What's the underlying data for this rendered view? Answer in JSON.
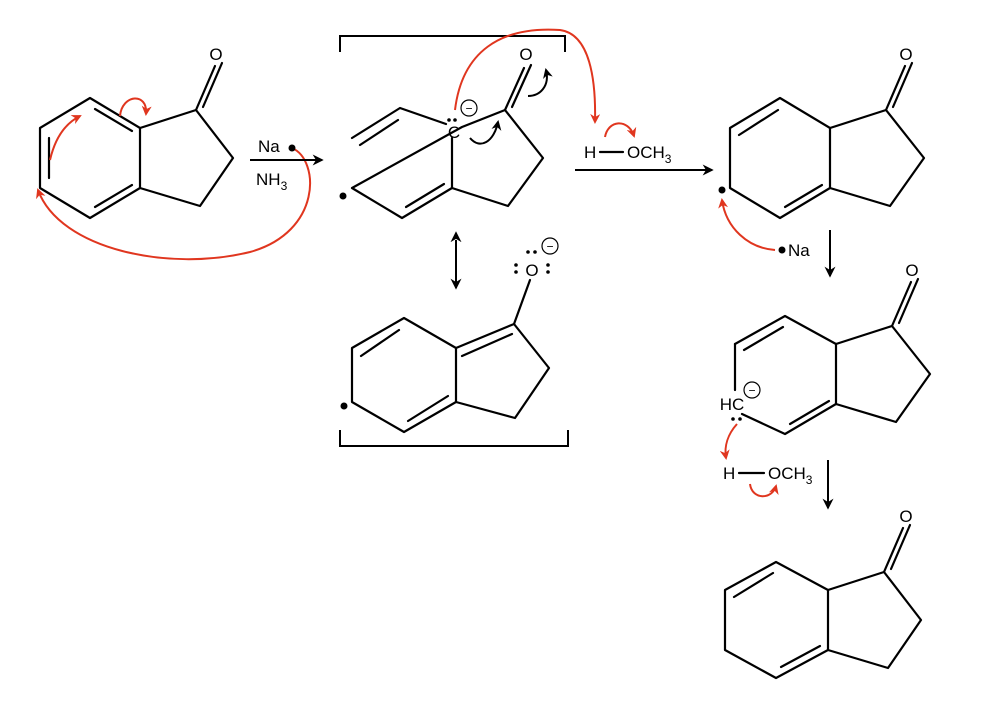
{
  "colors": {
    "bonds": "#000000",
    "red_arrows": "#e0361f",
    "black_arrows": "#000000",
    "background": "#ffffff"
  },
  "atoms": {
    "oxygen": "O",
    "carbanion_c": "C",
    "hc": "HC",
    "h": "H"
  },
  "reagents": {
    "step1_na": "Na",
    "step1_nh3_base": "NH",
    "step1_nh3_sub": "3",
    "methanol_oc": "OCH",
    "methanol_sub": "3",
    "sodium": "Na"
  },
  "charges": {
    "minus": "−"
  },
  "icons": {
    "reaction_arrow": "right-arrow-icon",
    "down_arrow": "down-arrow-icon",
    "resonance_arrow": "double-headed-arrow-icon",
    "electron_pushing_arrow": "curved-arrow-icon",
    "radical": "dot-icon",
    "lone_pair": "dot-pair-icon"
  }
}
